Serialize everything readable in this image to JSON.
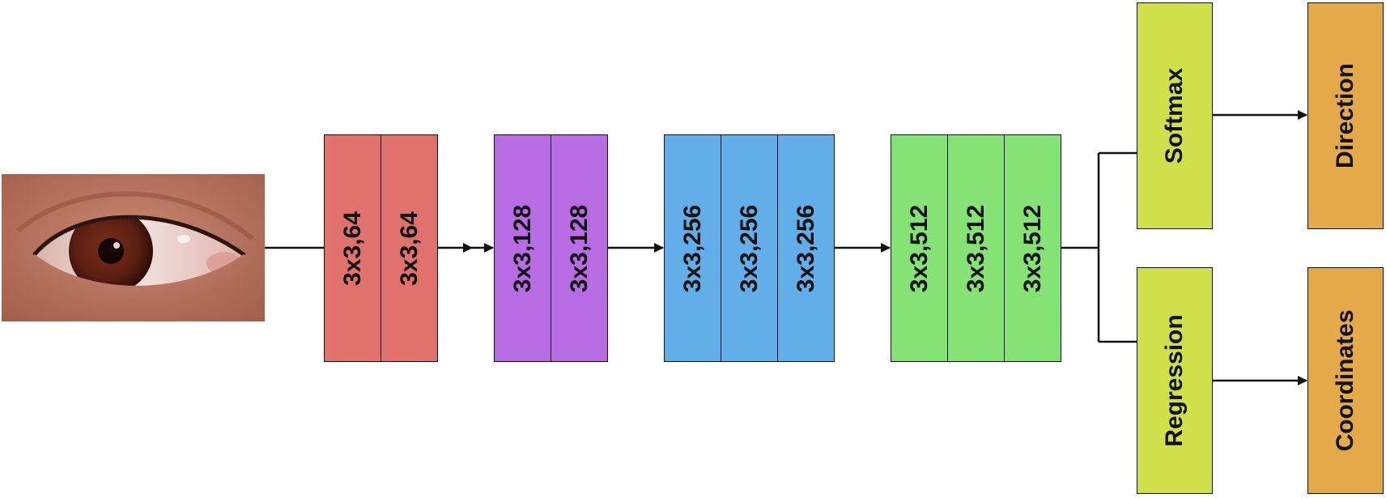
{
  "colors": {
    "block1": "#e0716d",
    "block2": "#b86ce4",
    "block3": "#62aee8",
    "block4": "#85e274",
    "heads": "#cfe04a",
    "outputs": "#e4a948",
    "line": "#111111"
  },
  "input": {
    "icon": "eye-photo"
  },
  "blocks": [
    {
      "color_key": "block1",
      "layers": [
        "3x3,64",
        "3x3,64"
      ]
    },
    {
      "color_key": "block2",
      "layers": [
        "3x3,128",
        "3x3,128"
      ]
    },
    {
      "color_key": "block3",
      "layers": [
        "3x3,256",
        "3x3,256",
        "3x3,256"
      ]
    },
    {
      "color_key": "block4",
      "layers": [
        "3x3,512",
        "3x3,512",
        "3x3,512"
      ]
    }
  ],
  "heads": [
    "Softmax",
    "Regression"
  ],
  "outputs": [
    "Direction",
    "Coordinates"
  ]
}
